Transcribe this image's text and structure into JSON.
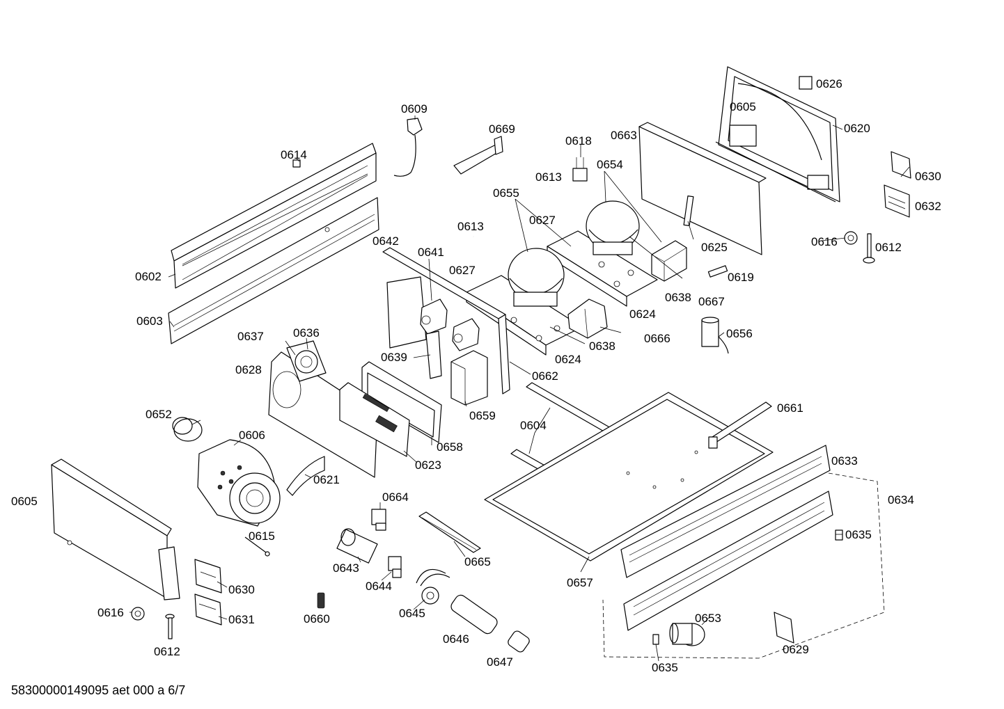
{
  "document_id": "58300000149095 aet 000 a 6/7",
  "labels": [
    "0602",
    "0603",
    "0605",
    "0605",
    "0606",
    "0609",
    "0612",
    "0612",
    "0613",
    "0613",
    "0614",
    "0615",
    "0616",
    "0616",
    "0618",
    "0619",
    "0620",
    "0621",
    "0623",
    "0624",
    "0624",
    "0625",
    "0626",
    "0627",
    "0627",
    "0628",
    "0629",
    "0630",
    "0630",
    "0631",
    "0632",
    "0633",
    "0634",
    "0635",
    "0635",
    "0636",
    "0637",
    "0638",
    "0638",
    "0639",
    "0641",
    "0642",
    "0643",
    "0644",
    "0645",
    "0646",
    "0647",
    "0652",
    "0653",
    "0654",
    "0655",
    "0656",
    "0657",
    "0658",
    "0659",
    "0660",
    "0661",
    "0662",
    "0663",
    "0664",
    "0665",
    "0666",
    "0667",
    "0669",
    "0604"
  ]
}
